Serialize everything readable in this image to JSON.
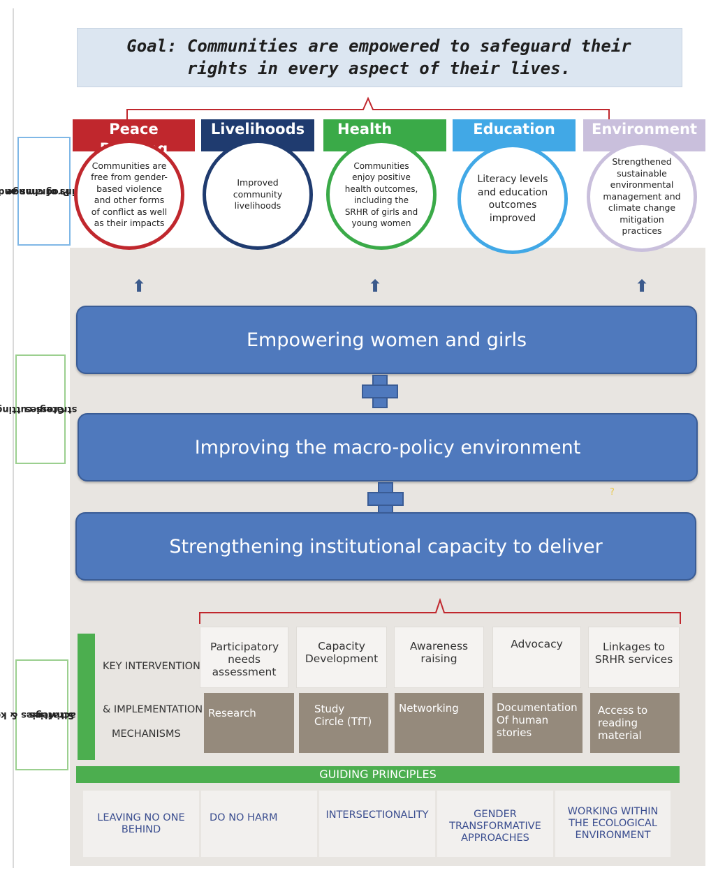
{
  "goal": {
    "line1": "Goal: Communities are empowered to safeguard their",
    "line2": "rights in every aspect of their lives."
  },
  "side_labels": {
    "programs": [
      "Programs and",
      "domains of change"
    ],
    "cross_cutting": [
      "Cross-cutting",
      "strategies"
    ],
    "strategies": [
      "Strategies & key",
      "activities"
    ]
  },
  "programs": [
    {
      "title": "Peace Building",
      "text": "Communities are free from gender-based violence and other forms of conflict as well as their impacts",
      "color": "#c0272d"
    },
    {
      "title": "Livelihoods",
      "text": "Improved community livelihoods",
      "color": "#1f3b6f"
    },
    {
      "title": "Health",
      "text": "Communities enjoy positive health outcomes, including the SRHR of girls and young women",
      "color": "#3aaa48"
    },
    {
      "title": "Education",
      "text": "Literacy levels and education outcomes improved",
      "color": "#41a8e6"
    },
    {
      "title": "Environment",
      "text": "Strengthened sustainable environmental management and climate change mitigation practices",
      "color": "#c9bfdc"
    }
  ],
  "strategies": [
    "Empowering women and girls",
    "Improving the macro-policy environment",
    "Strengthening  institutional capacity to deliver"
  ],
  "stray_mark": "?",
  "key_interventions": {
    "label1": "KEY INTERVENTION",
    "label2": "& IMPLEMENTATION",
    "label3": "MECHANISMS",
    "interventions": [
      "Participatory needs assessment",
      "Capacity Development",
      "Awareness raising",
      "Advocacy",
      "Linkages to SRHR services"
    ],
    "mechanisms": [
      "Research",
      "Study Circle (TfT)",
      "Networking",
      "Documentation Of human stories",
      "Access to reading material"
    ]
  },
  "guiding_principles": {
    "title": "GUIDING PRINCIPLES",
    "items": [
      "LEAVING NO ONE BEHIND",
      "DO NO HARM",
      "INTERSECTIONALITY",
      "GENDER TRANSFORMATIVE APPROACHES",
      "WORKING WITHIN THE ECOLOGICAL ENVIRONMENT"
    ]
  },
  "colors": {
    "strategy_blue": "#4f79bd",
    "goal_bg": "#dce6f1",
    "bracket_red": "#c0272d",
    "guiding_green": "#4cae4f",
    "mechanism_brown": "#958a7c"
  }
}
